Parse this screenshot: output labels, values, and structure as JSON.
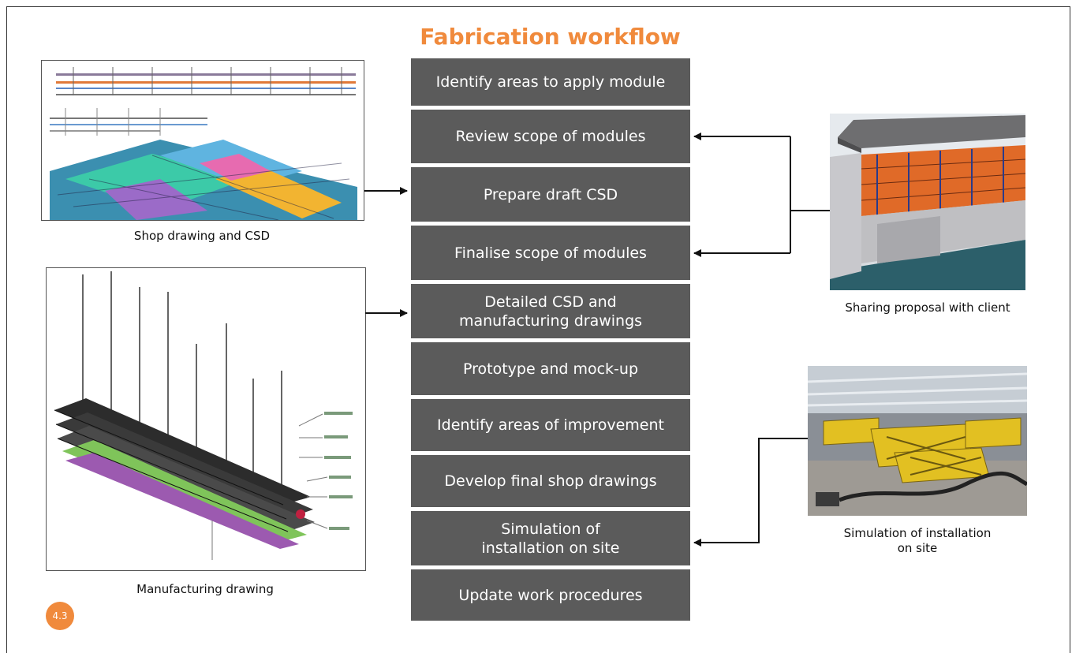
{
  "title": "Fabrication workflow",
  "steps": [
    "Identify areas to apply module",
    "Review scope of modules",
    "Prepare draft CSD",
    "Finalise scope of modules",
    "Detailed CSD and manufacturing drawings",
    "Prototype and mock-up",
    "Identify areas of improvement",
    "Develop final shop drawings",
    "Simulation of installation on site",
    "Update work procedures"
  ],
  "step_lines": {
    "s4a": "Detailed CSD and",
    "s4b": "manufacturing drawings",
    "s8a": "Simulation of",
    "s8b": "installation on site"
  },
  "captions": {
    "shop": "Shop drawing and CSD",
    "manufacturing": "Manufacturing drawing",
    "sharing": "Sharing proposal with client",
    "simulation_line1": "Simulation of installation",
    "simulation_line2": "on site"
  },
  "badge": "4.3",
  "colors": {
    "title": "#f08a3c",
    "step_box": "#5b5b5b",
    "badge": "#f08a3c"
  }
}
